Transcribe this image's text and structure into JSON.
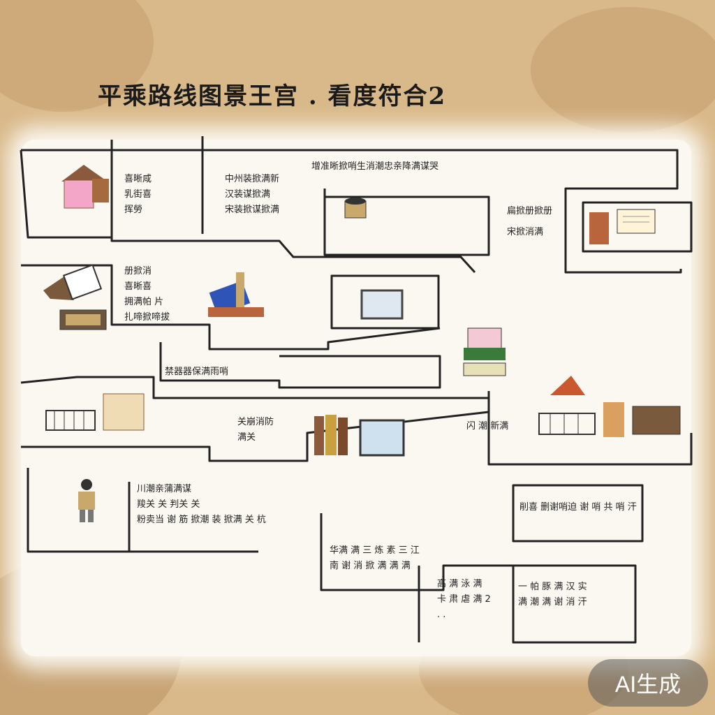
{
  "title": "平乘路线图景王宫 . 看度符合2",
  "badge": "AI生成",
  "blocks": {
    "b1": "喜晰咸\n乳街喜\n挥勞",
    "b2": "中州装掀满新\n汉装谋掀满\n宋装掀谋掀满",
    "b3": "增准晰掀哨生消潮忠亲降满谋哭",
    "b4": "扁掀册掀册\n宋掀消满",
    "b5": "册掀消\n喜晰喜\n拥满帕 片\n扎啼掀啼拔",
    "b6": "禁器器保满雨哨",
    "b7": "关崩消防\n满关",
    "b8": "闪 潮 新满",
    "b9": "川潮亲蒲满谋\n羧关 关 判关 关\n粉卖当 谢 筋 掀潮 装 掀满 关 杭",
    "b10": "削喜 删谢哨迫 谢 哨 共 哨 汗",
    "b11": "华满 满 三 炼 素 三 江\n南 谢 消 掀 满 满 满",
    "b12": "高 满 泳 满\n卡 肃 虐 满 2\n. .",
    "b13": "一 帕 豚 满 汉 实\n满 潮 满 谢 消 汗"
  }
}
